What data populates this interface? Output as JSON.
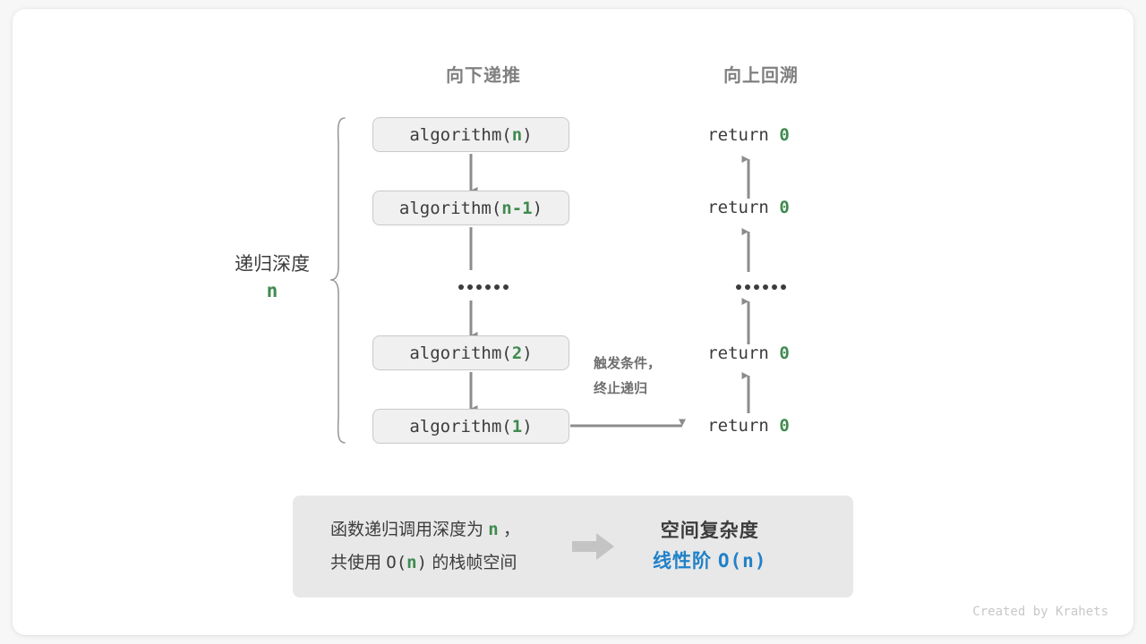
{
  "diagram": {
    "title_down": "向下递推",
    "title_up": "向上回溯",
    "depth_label": "递归深度",
    "depth_value": "n",
    "trigger_note_line1": "触发条件，",
    "trigger_note_line2": "终止递归",
    "ellipsis_dots": 6,
    "call_stack": [
      {
        "prefix": "algorithm(",
        "arg": "n",
        "suffix": ")"
      },
      {
        "prefix": "algorithm(",
        "arg": "n-1",
        "suffix": ")"
      },
      {
        "prefix": "algorithm(",
        "arg": "2",
        "suffix": ")"
      },
      {
        "prefix": "algorithm(",
        "arg": "1",
        "suffix": ")"
      }
    ],
    "returns": [
      {
        "keyword": "return ",
        "value": "0"
      },
      {
        "keyword": "return ",
        "value": "0"
      },
      {
        "keyword": "return ",
        "value": "0"
      },
      {
        "keyword": "return ",
        "value": "0"
      }
    ]
  },
  "summary": {
    "line1_a": "函数递归调用深度为 ",
    "line1_n": "n",
    "line1_b": " ，",
    "line2_a": "共使用 ",
    "line2_o": "O(",
    "line2_n": "n",
    "line2_c": ")",
    "line2_b": " 的栈帧空间",
    "arrow_icon": "right-block-arrow",
    "result_title": "空间复杂度",
    "result_value_zh": "线性阶 ",
    "result_value_mono": "O(n)"
  },
  "credit": "Created by Krahets",
  "colors": {
    "accent_green": "#3f8a4e",
    "accent_blue": "#1f81c9",
    "text_dark": "#3c3c3c",
    "text_gray": "#808080",
    "box_fill": "#f0f0f0",
    "panel_fill": "#e8e8e8",
    "arrow_gray": "#8c8c8c"
  }
}
